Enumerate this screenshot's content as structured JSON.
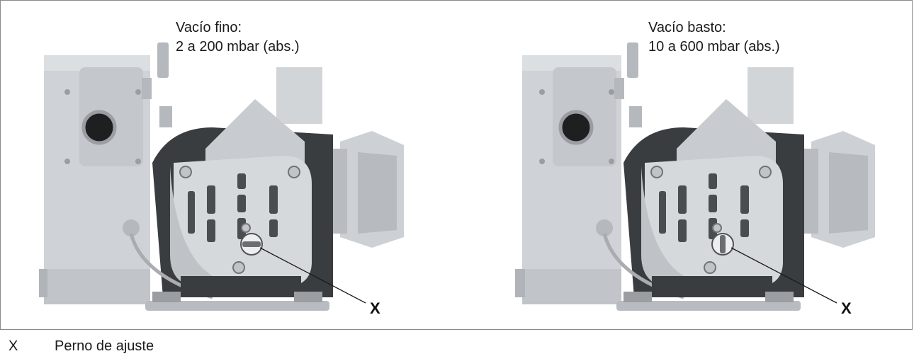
{
  "figure": {
    "panels": [
      {
        "caption_line1": "Vacío fino:",
        "caption_line2": "2 a 200 mbar (abs.)",
        "callout": "X",
        "adjustment_pin_orientation": "horizontal"
      },
      {
        "caption_line1": "Vacío basto:",
        "caption_line2": "10 a 600 mbar (abs.)",
        "callout": "X",
        "adjustment_pin_orientation": "vertical"
      }
    ]
  },
  "legend": {
    "key": "X",
    "description": "Perno de ajuste"
  },
  "colors": {
    "pump_body": "#c9ccd0",
    "pump_shadow": "#a9adb2",
    "pump_dark": "#3a3d40",
    "frame_border": "#8a8a8a"
  }
}
